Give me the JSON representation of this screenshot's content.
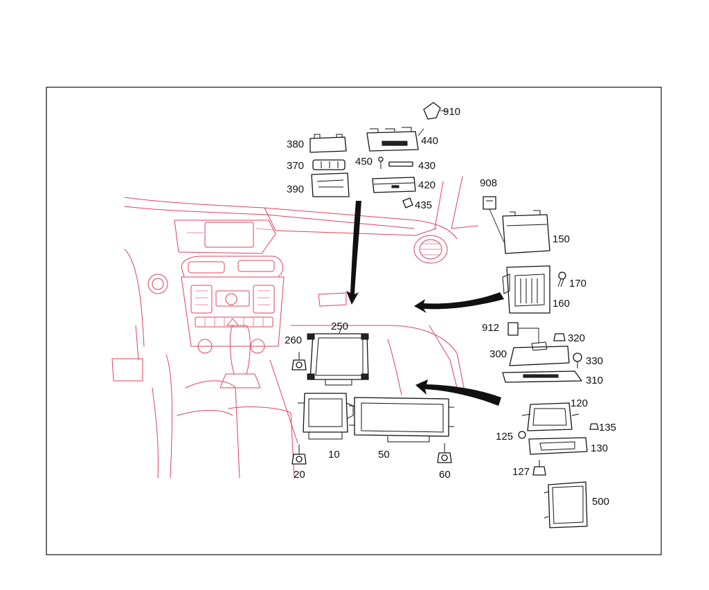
{
  "diagram": {
    "callouts": {
      "c10": "10",
      "c20": "20",
      "c50": "50",
      "c60": "60",
      "c120": "120",
      "c125": "125",
      "c127": "127",
      "c130": "130",
      "c135": "135",
      "c150": "150",
      "c160": "160",
      "c170": "170",
      "c250": "250",
      "c260": "260",
      "c300": "300",
      "c310": "310",
      "c320": "320",
      "c330": "330",
      "c370": "370",
      "c380": "380",
      "c390": "390",
      "c420": "420",
      "c430": "430",
      "c435": "435",
      "c440": "440",
      "c450": "450",
      "c500": "500",
      "c908": "908",
      "c910": "910",
      "c912": "912"
    },
    "colors": {
      "vehicle_outline": "#e0405a",
      "parts": "#111111",
      "frame": "#111111"
    }
  }
}
